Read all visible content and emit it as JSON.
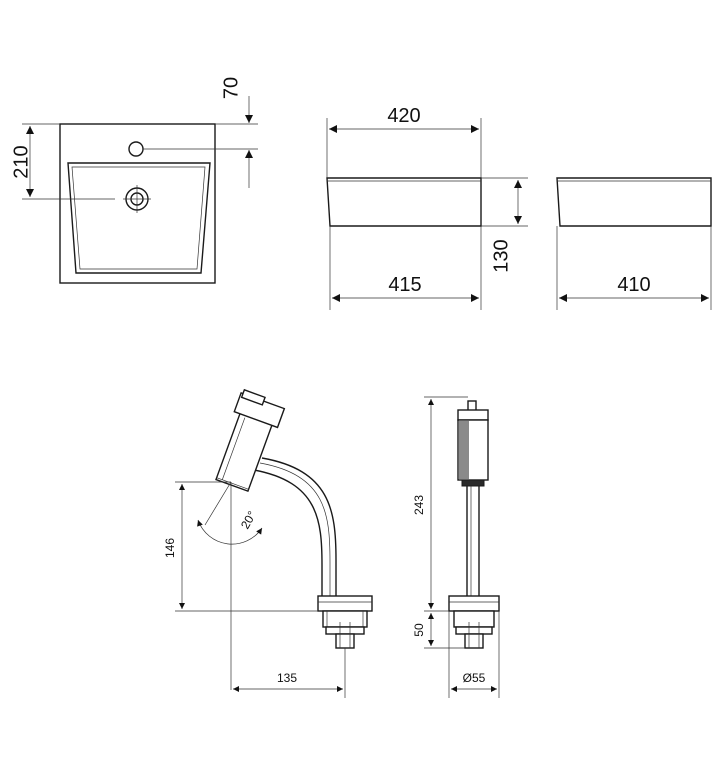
{
  "basin": {
    "top_view": {
      "dim_hole_offset": "70",
      "dim_drain_offset": "210"
    },
    "front_view": {
      "dim_top_width": "420",
      "dim_height": "130",
      "dim_bottom_width": "415"
    },
    "side_view": {
      "dim_width": "410"
    }
  },
  "faucet": {
    "side_view": {
      "dim_angle": "20°",
      "dim_height": "146",
      "dim_reach": "135"
    },
    "front_view": {
      "dim_total_height": "243",
      "dim_base_height": "50",
      "dim_base_diameter": "Ø55"
    }
  },
  "colors": {
    "line": "#1a1a1a",
    "background": "#ffffff"
  }
}
